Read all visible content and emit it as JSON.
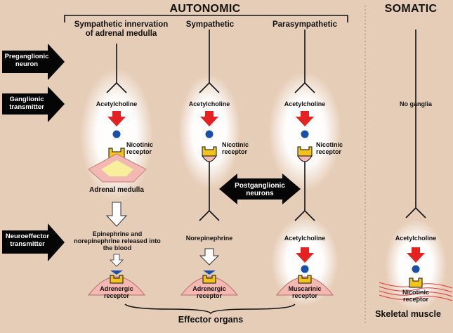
{
  "header": {
    "autonomic": "AUTONOMIC",
    "somatic": "SOMATIC"
  },
  "columns": {
    "adrenal": "Sympathetic innervation of adrenal medulla",
    "sympathetic": "Sympathetic",
    "parasympathetic": "Parasympathetic"
  },
  "left_labels": {
    "preganglionic": "Preganglionic neuron",
    "ganglionic": "Ganglionic transmitter",
    "neuroeffector": "Neuroeffector transmitter"
  },
  "ganglia": {
    "acetylcholine": "Acetylcholine",
    "nicotinic_receptor": "Nicotinic receptor",
    "no_ganglia": "No ganglia"
  },
  "adrenal_medulla": "Adrenal medulla",
  "postganglionic": "Postganglionic neurons",
  "neuroeffector": {
    "epinephrine": "Epinephrine and norepinephrine released into the blood",
    "norepinephrine": "Norepinephrine",
    "acetylcholine": "Acetylcholine"
  },
  "receptors": {
    "adrenergic": "Adrenergic receptor",
    "muscarinic": "Muscarinic receptor",
    "nicotinic": "Nicotinic receptor"
  },
  "footer": {
    "effector_organs": "Effector organs",
    "skeletal_muscle": "Skeletal muscle"
  },
  "colors": {
    "background": "#e6cdb7",
    "red_arrow": "#e52222",
    "blue_molecule": "#1a4fa8",
    "receptor_yellow": "#f2c31c",
    "effector_pink": "#f4b8b2",
    "adrenal_inner": "#f7ef9c"
  }
}
